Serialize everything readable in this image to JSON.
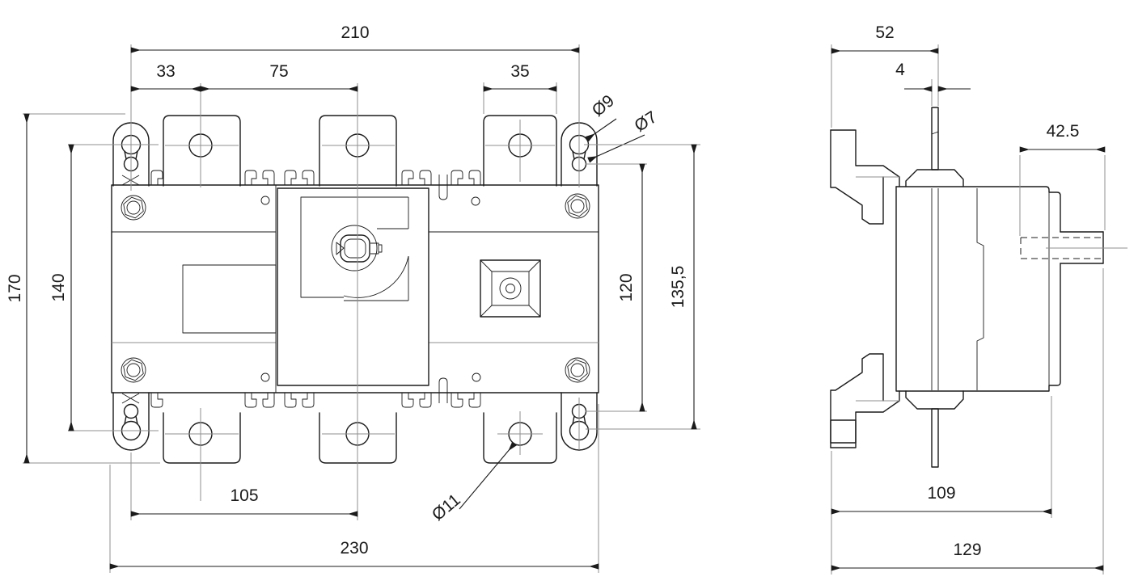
{
  "drawing": {
    "front_view": {
      "dims": {
        "d210": "210",
        "d33": "33",
        "d75": "75",
        "d35": "35",
        "d9": "Ø9",
        "d7": "Ø7",
        "d170": "170",
        "d140": "140",
        "d120": "120",
        "d135_5": "135,5",
        "d105": "105",
        "d230": "230",
        "d11": "Ø11"
      }
    },
    "side_view": {
      "dims": {
        "d52": "52",
        "d4": "4",
        "d42_5": "42.5",
        "d109": "109",
        "d129": "129"
      }
    },
    "colors": {
      "line": "#1b1b1b",
      "extension": "#8f8f8f",
      "background": "#ffffff"
    }
  }
}
